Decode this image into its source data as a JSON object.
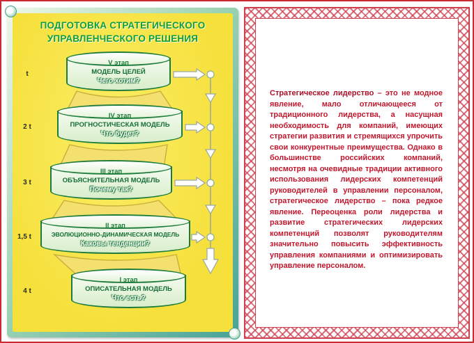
{
  "poster": {
    "title_line1": "ПОДГОТОВКА СТРАТЕГИЧЕСКОГО",
    "title_line2": "УПРАВЛЕНЧЕСКОГО РЕШЕНИЯ",
    "stages": [
      {
        "stage": "V этап",
        "model": "МОДЕЛЬ ЦЕЛЕЙ",
        "question": "Чего хотим?",
        "time": "t"
      },
      {
        "stage": "IV этап",
        "model": "ПРОГНОСТИЧЕСКАЯ МОДЕЛЬ",
        "question": "Что будет?",
        "time": "2 t"
      },
      {
        "stage": "III этап",
        "model": "ОБЪЯСНИТЕЛЬНАЯ МОДЕЛЬ",
        "question": "Почему так?",
        "time": "3 t"
      },
      {
        "stage": "II этап",
        "model": "ЭВОЛЮЦИОННО-ДИНАМИЧЕСКАЯ МОДЕЛЬ",
        "question": "Каковы тенденции?",
        "time": "1,5 t"
      },
      {
        "stage": "I этап",
        "model": "ОПИСАТЕЛЬНАЯ МОДЕЛЬ",
        "question": "Что есть?",
        "time": "4 t"
      }
    ]
  },
  "article": {
    "lead": "Стратегическое лидерство",
    "text": " – это не модное явление, мало отличающееся от традиционного лидерства, а насущная необходимость для компаний, имеющих стратегии развития и стремящихся упрочить свои конкурентные преимущества. Однако в большинстве российских компаний, несмотря на очевидные традиции активного использования лидерских компетенций руководителей в управлении персоналом, стратегическое лидерство – пока редкое явление. Переоценка роли лидерства и развитие стратегических лидерских компетенций позволят руководителям значительно повысить эффективность управления компаниями и оптимизировать управление персоналом."
  },
  "colors": {
    "poster_background": "#f6e03c",
    "title_green": "#0f9e3c",
    "cylinder_border": "#1d7c3b",
    "article_red": "#c2182e",
    "lattice_red": "#cf4050"
  }
}
